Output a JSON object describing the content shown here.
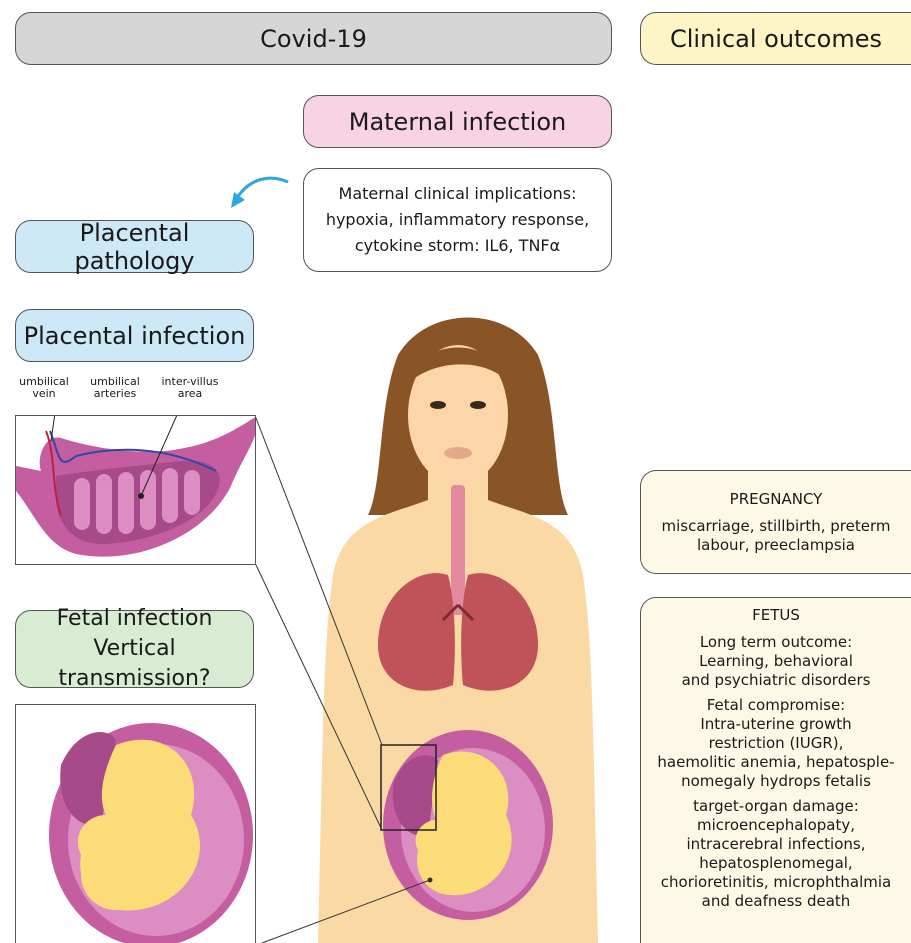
{
  "header": {
    "covid": "Covid-19",
    "clinical": "Clinical outcomes"
  },
  "maternal": {
    "title": "Maternal infection",
    "implications": [
      "Maternal clinical implications:",
      "hypoxia, inflammatory response,",
      "cytokine storm: IL6, TNFα"
    ]
  },
  "placental_pathology": "Placental pathology",
  "placental_infection": "Placental infection",
  "placenta_labels": {
    "vein": [
      "umbilical",
      "vein"
    ],
    "arteries": [
      "umbilical",
      "arteries"
    ],
    "villus": [
      "inter-villus",
      "area"
    ]
  },
  "fetal_infection": [
    "Fetal infection",
    "Vertical transmission?"
  ],
  "pregnancy": {
    "title": "PREGNANCY",
    "lines": [
      "miscarriage, stillbirth, preterm",
      "labour, preeclampsia"
    ]
  },
  "fetus": {
    "title": "FETUS",
    "groups": [
      [
        "Long term outcome:",
        "Learning, behavioral",
        "and psychiatric disorders"
      ],
      [
        "Fetal compromise:",
        "Intra-uterine growth",
        "restriction (IUGR),",
        "haemolitic anemia, hepatosple-",
        "nomegaly hydrops fetalis"
      ],
      [
        "target-organ damage:",
        "microencephalopaty,",
        "intracerebral infections,",
        "hepatosplenomegal,",
        "chorioretinitis, microphthalmia",
        "and deafness death"
      ]
    ]
  },
  "colors": {
    "skin": "#fbd9a5",
    "hair": "#8a5526",
    "lung": "#c0525a",
    "uterus": "#c55ea0",
    "fetus": "#fcdc78",
    "arrow": "#29a8e0"
  }
}
